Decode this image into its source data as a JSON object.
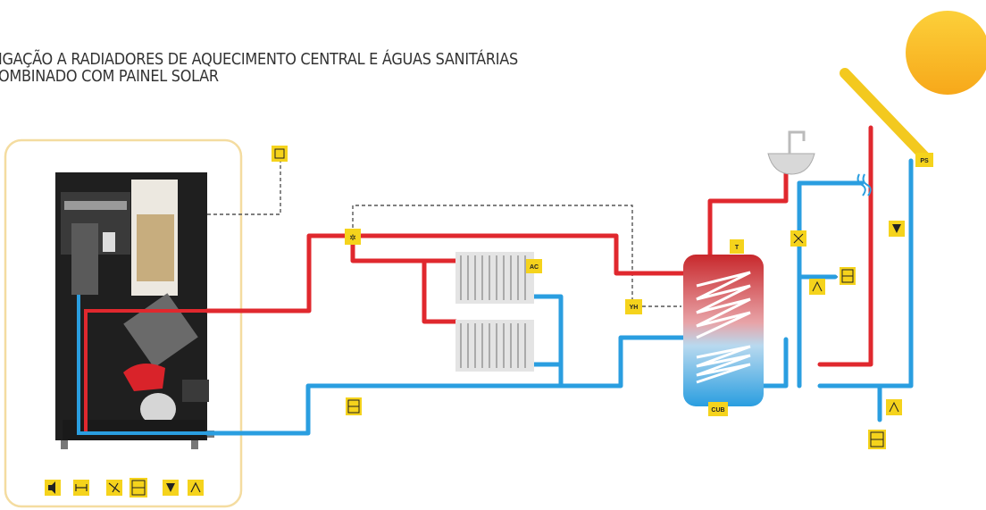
{
  "title": {
    "line1": "IGAÇÃO A RADIADORES DE AQUECIMENTO CENTRAL E ÁGUAS SANITÁRIAS",
    "line2": "OMBINADO COM PAINEL SOLAR"
  },
  "labels": {
    "radiator": "AC",
    "valve": "YH",
    "tank_top": "T",
    "tank_bottom": "CUB",
    "solar_panel": "PS"
  },
  "colors": {
    "hot_pipe": "#e0282e",
    "cold_pipe": "#2a9ee0",
    "component_yellow": "#f5d31c",
    "sun": "#f9b81b"
  },
  "icons": {
    "boiler_legend": [
      "speaker-icon",
      "gauge-icon",
      "valve-icon",
      "expansion-vessel-icon",
      "pump-icon",
      "safety-valve-icon"
    ]
  }
}
